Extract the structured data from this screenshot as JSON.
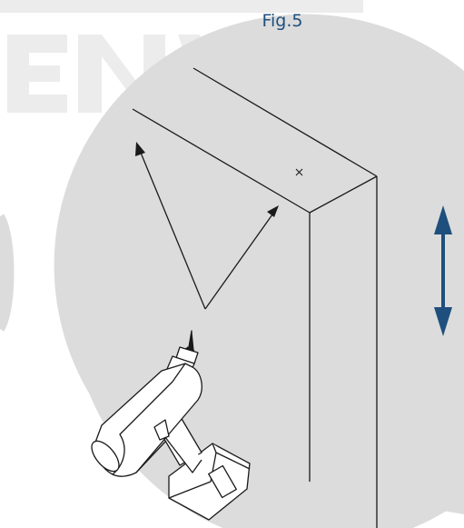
{
  "figure": {
    "title": "Fig.5",
    "colors": {
      "circle_fill": "#dcdcdc",
      "watermark": "#ececec",
      "line": "#1a1a1a",
      "arrow_accent": "#1e4f7d",
      "drill_fill": "#ffffff"
    },
    "icons": {
      "vertical_arrow": "double-headed-vertical-arrow",
      "drill": "cordless-drill",
      "mark": "cross-mark"
    }
  }
}
